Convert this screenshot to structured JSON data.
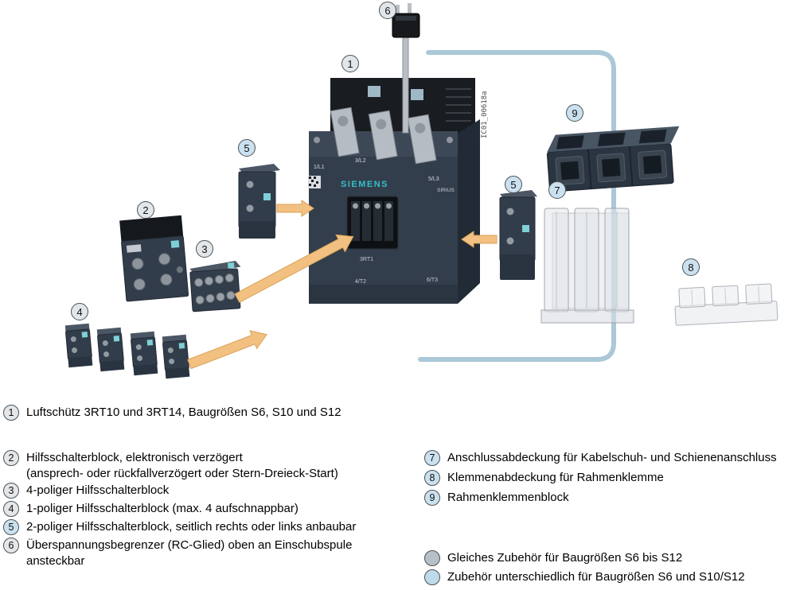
{
  "diagram": {
    "watermark": "IC01_00618a",
    "contactor": {
      "brand": "SIEMENS",
      "series": "SIRIUS",
      "model": "3RT1",
      "terminals": {
        "t1": "1/L1",
        "t2": "3/L2",
        "t3": "5/L3",
        "b1": "4/T2",
        "b2": "6/T3"
      }
    },
    "callouts": {
      "n1": "1",
      "n2": "2",
      "n3": "3",
      "n4": "4",
      "n5": "5",
      "n6": "6",
      "n7": "7",
      "n8": "8",
      "n9": "9"
    },
    "accent_colors": {
      "teal": "#7fd0d6",
      "arrow": "#f2c080",
      "connector": "#aac8d8"
    }
  },
  "legend": {
    "items": [
      {
        "num": "1",
        "color": "gray",
        "text": "Luftschütz 3RT10 und 3RT14, Baugrößen S6, S10 und S12"
      },
      {
        "num": "2",
        "color": "gray",
        "text": "Hilfsschalterblock, elektronisch verzögert",
        "text2": "(ansprech- oder rückfallverzögert oder Stern-Dreieck-Start)"
      },
      {
        "num": "3",
        "color": "gray",
        "text": "4-poliger Hilfsschalterblock"
      },
      {
        "num": "4",
        "color": "gray",
        "text": "1-poliger Hilfsschalterblock (max. 4 aufschnappbar)"
      },
      {
        "num": "5",
        "color": "blue",
        "text": "2-poliger Hilfsschalterblock, seitlich rechts oder links anbaubar"
      },
      {
        "num": "6",
        "color": "gray",
        "text": "Überspannungsbegrenzer (RC-Glied) oben an Einschubspule",
        "text2": "ansteckbar"
      },
      {
        "num": "7",
        "color": "blue",
        "text": "Anschlussabdeckung für Kabelschuh- und Schienenanschluss"
      },
      {
        "num": "8",
        "color": "blue",
        "text": "Klemmenabdeckung für Rahmenklemme"
      },
      {
        "num": "9",
        "color": "blue",
        "text": "Rahmenklemmenblock"
      }
    ],
    "keys": [
      {
        "color": "gray",
        "text": "Gleiches Zubehör für Baugrößen S6 bis S12"
      },
      {
        "color": "blue",
        "text": "Zubehör unterschiedlich für Baugrößen S6 und S10/S12"
      }
    ]
  }
}
